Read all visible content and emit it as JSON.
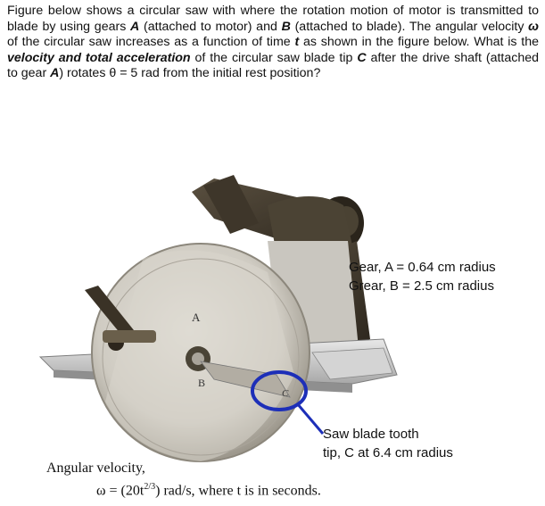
{
  "problem": {
    "p1": "Figure below shows a circular saw with where the rotation motion of motor is transmitted to blade by using gears ",
    "A": "A",
    "p2": " (attached to motor) and ",
    "B": "B",
    "p3": " (attached to blade). The angular velocity ",
    "omega": "ω",
    "p4": " of the circular saw increases as a function of time ",
    "t": "t",
    "p5": " as shown in the figure below. What is the ",
    "bold1": "velocity and total acceleration",
    "p6": " of the circular saw blade tip ",
    "C": "C",
    "p7": " after the drive shaft (attached to gear ",
    "A2": "A",
    "p8": ") rotates θ = 5 rad from the initial rest position?"
  },
  "figure": {
    "gearA": "Gear, A = 0.64 cm radius",
    "gearB": "Grear, B = 2.5 cm radius",
    "tip1": "Saw blade tooth",
    "tip2": "tip, C at 6.4 cm radius",
    "angTitle": "Angular velocity,",
    "omegaEq": "ω = (20t",
    "omegaExp": "2/3",
    "omegaEnd": ") rad/s, where t is in seconds.",
    "markA": "A",
    "markB": "B",
    "markC": "C"
  },
  "colors": {
    "highlight": "#1d2fb8",
    "metal": "#b8b8b8",
    "dark": "#3a3328"
  }
}
